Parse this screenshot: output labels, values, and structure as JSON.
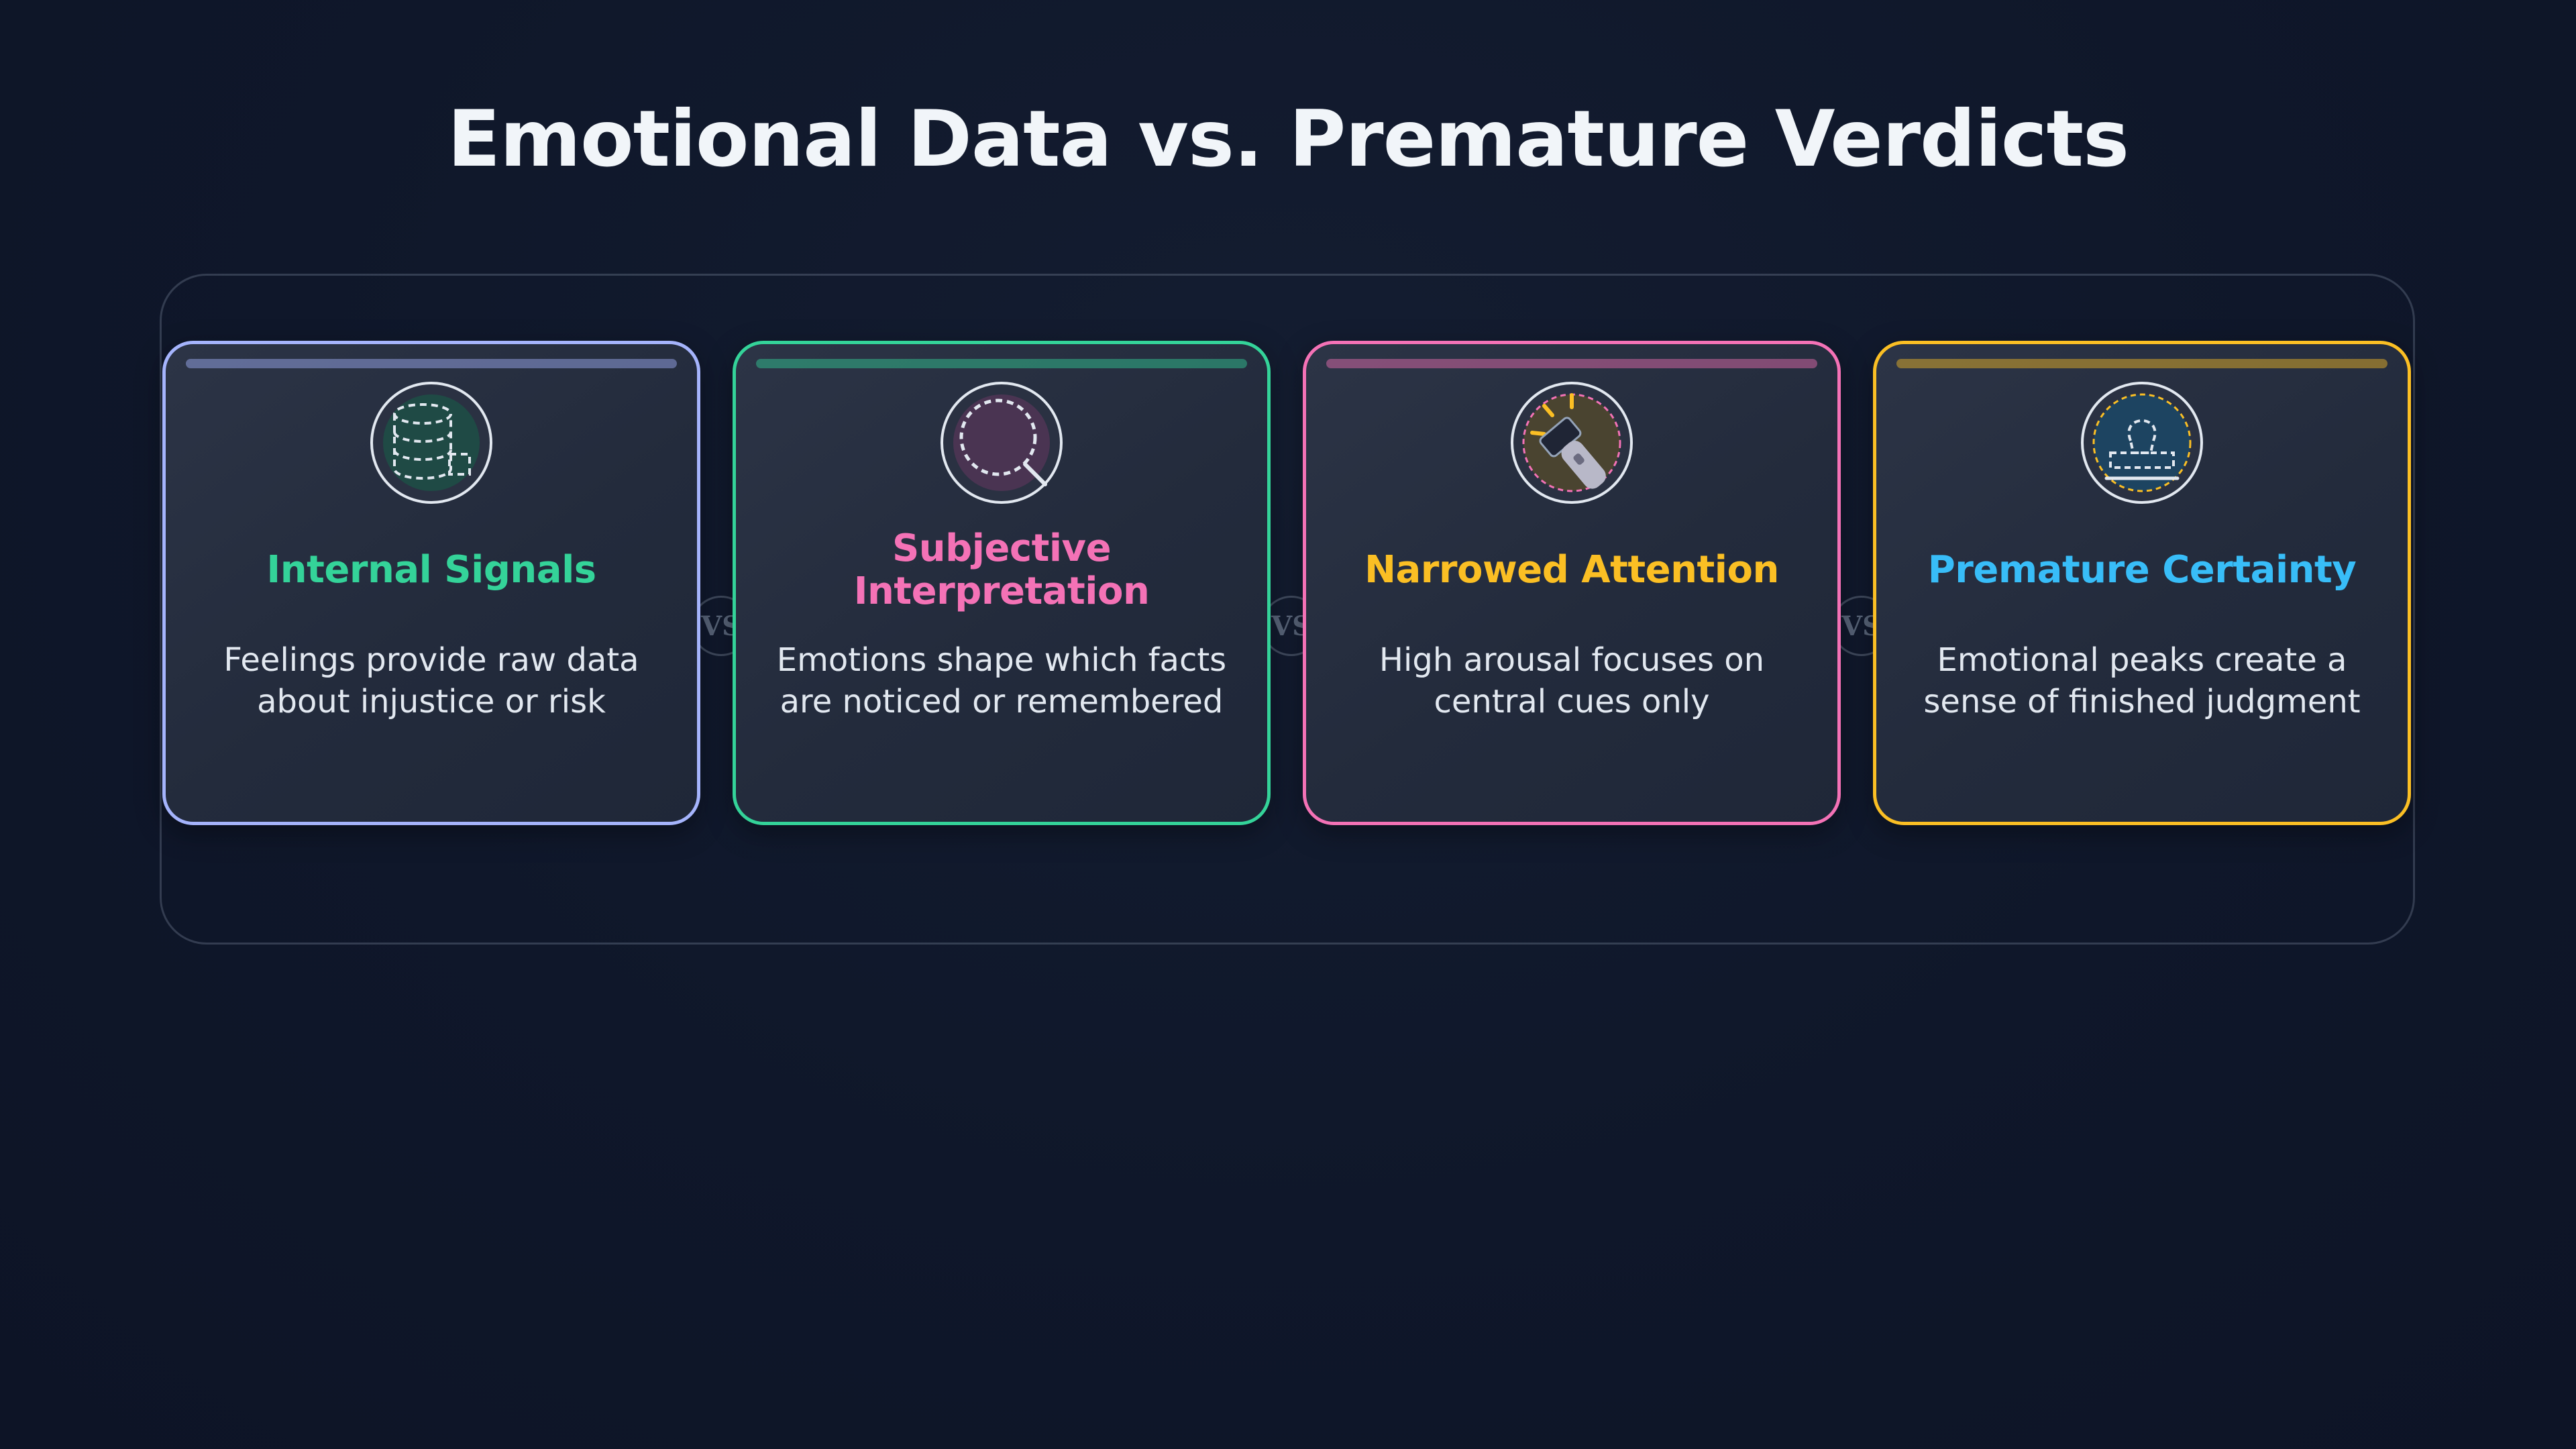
{
  "title": "Emotional Data vs. Premature Verdicts",
  "separator_label": "VS",
  "cards": [
    {
      "title": "Internal Signals",
      "description": "Feelings provide raw data about injustice or risk",
      "icon": "database-icon",
      "border_color": "#a5b4fc",
      "title_color": "#34d399",
      "icon_fill": "#1f4a45"
    },
    {
      "title": "Subjective Interpretation",
      "description": "Emotions shape which facts are noticed or remembered",
      "icon": "magnifier-icon",
      "border_color": "#34d399",
      "title_color": "#f472b6",
      "icon_fill": "#4a3452"
    },
    {
      "title": "Narrowed Attention",
      "description": "High arousal focuses on central cues only",
      "icon": "flashlight-icon",
      "border_color": "#f472b6",
      "title_color": "#fbbf24",
      "icon_fill": "#4a4430"
    },
    {
      "title": "Premature Certainty",
      "description": "Emotional peaks create a sense of finished judgment",
      "icon": "stamp-icon",
      "border_color": "#fbbf24",
      "title_color": "#38bdf8",
      "icon_fill": "#1d4461"
    }
  ]
}
